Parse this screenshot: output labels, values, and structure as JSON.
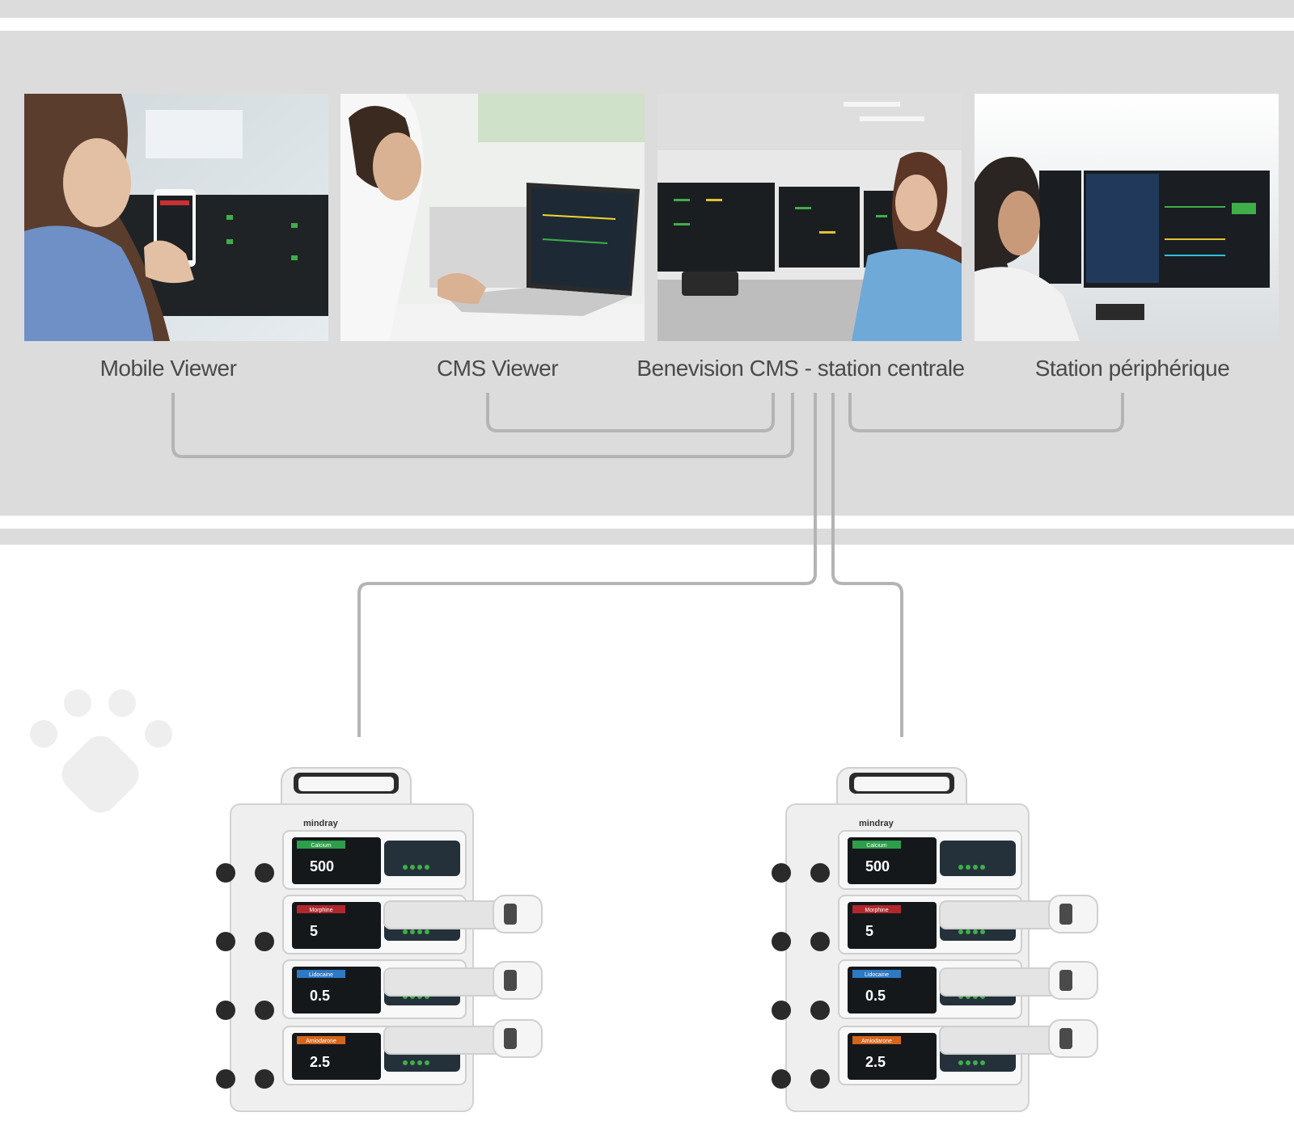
{
  "viewers": [
    {
      "label": "Mobile Viewer"
    },
    {
      "label": "CMS Viewer"
    },
    {
      "label": "Benevision CMS - station centrale"
    },
    {
      "label": "Station périphérique"
    }
  ],
  "pump_screens": [
    {
      "drug": "Calcium",
      "value": "500",
      "color": "#2e9e4a"
    },
    {
      "drug": "Morphine",
      "value": "5",
      "color": "#b2272c"
    },
    {
      "drug": "Lidocaine",
      "value": "0.5",
      "color": "#2e79c4"
    },
    {
      "drug": "Amiodarone",
      "value": "2.5",
      "color": "#d4651c"
    }
  ],
  "colors": {
    "band": "#dcdcdc",
    "wire": "#b4b4b4",
    "label": "#4a4a4a"
  }
}
